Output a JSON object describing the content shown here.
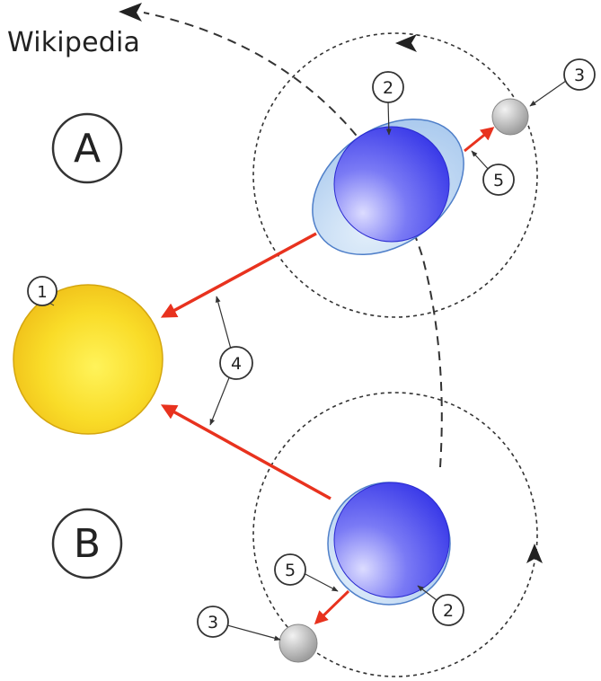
{
  "watermark": "Wikipedia",
  "positions": {
    "a": "A",
    "b": "B"
  },
  "callouts": {
    "sun": "1",
    "planet_bulge_a": "2",
    "planet_bulge_b": "2",
    "moon_a": "3",
    "moon_b": "3",
    "gravity_sun": "4",
    "gravity_moon_a": "5",
    "gravity_moon_b": "5"
  },
  "colors": {
    "sun": "#f7d21a",
    "planet": "#4f4ff0",
    "tidal_bulge": "#b9d6f2",
    "moon": "#b5b5b5",
    "force_arrow": "#e8321e",
    "orbit_line": "#333333"
  },
  "icons": {
    "orbit_direction": "arrowhead-icon"
  }
}
